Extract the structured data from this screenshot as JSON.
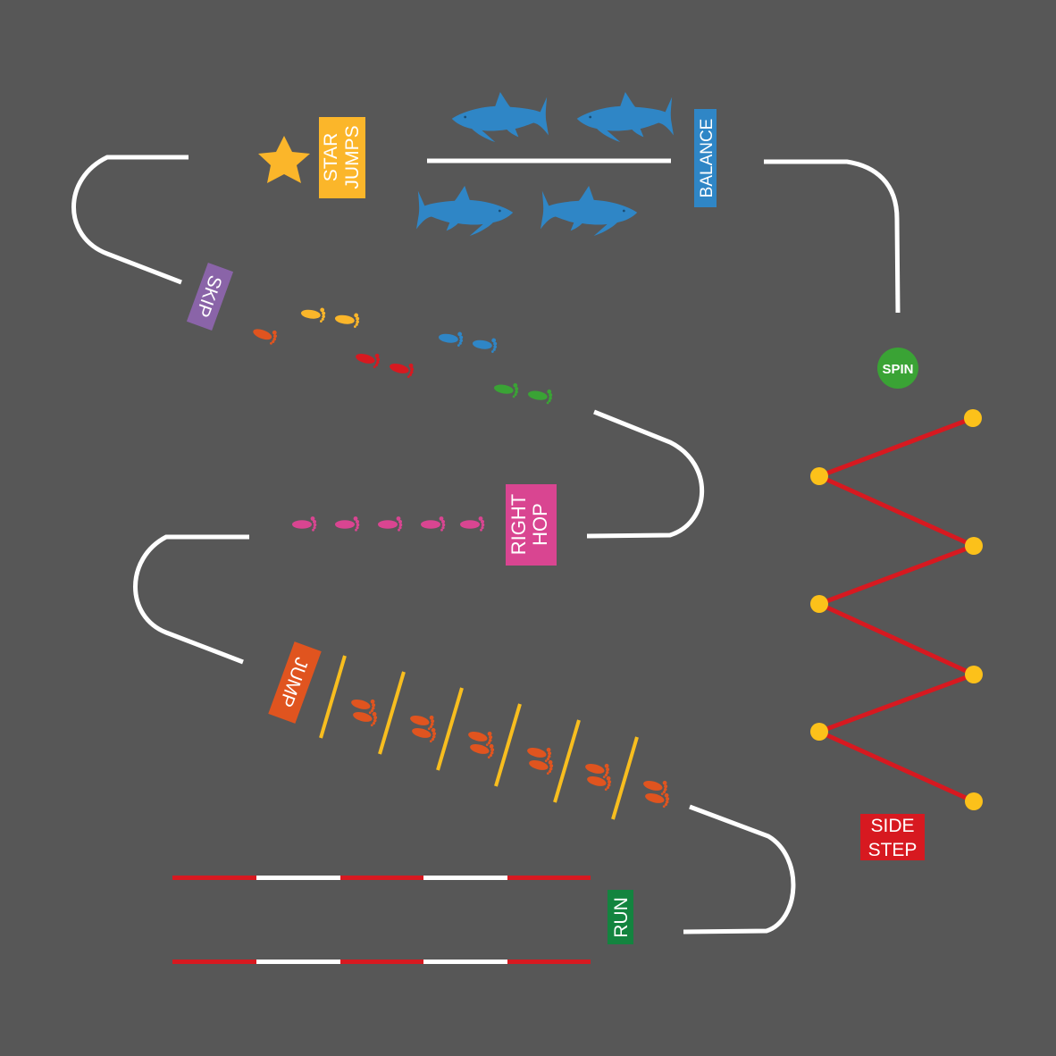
{
  "labels": {
    "star_jumps_1": "STAR",
    "star_jumps_2": "JUMPS",
    "balance": "BALANCE",
    "skip": "SKIP",
    "spin": "SPIN",
    "right_hop_1": "RIGHT",
    "right_hop_2": "HOP",
    "jump": "JUMP",
    "side_step_1": "SIDE",
    "side_step_2": "STEP",
    "run": "RUN"
  },
  "colors": {
    "background": "#575757",
    "star_jumps": "#fbb62a",
    "balance": "#2f86c6",
    "skip": "#8a64a8",
    "spin": "#3aa335",
    "right_hop": "#d94591",
    "jump": "#e0541f",
    "side_step": "#d71920",
    "run": "#13843f",
    "path": "#ffffff",
    "dot": "#fcc11a",
    "zigzag": "#d71920",
    "rung": "#f8be1f"
  },
  "icons": {
    "star": "star-icon",
    "shark": "shark-icon",
    "footprint": "footprint-icon"
  }
}
